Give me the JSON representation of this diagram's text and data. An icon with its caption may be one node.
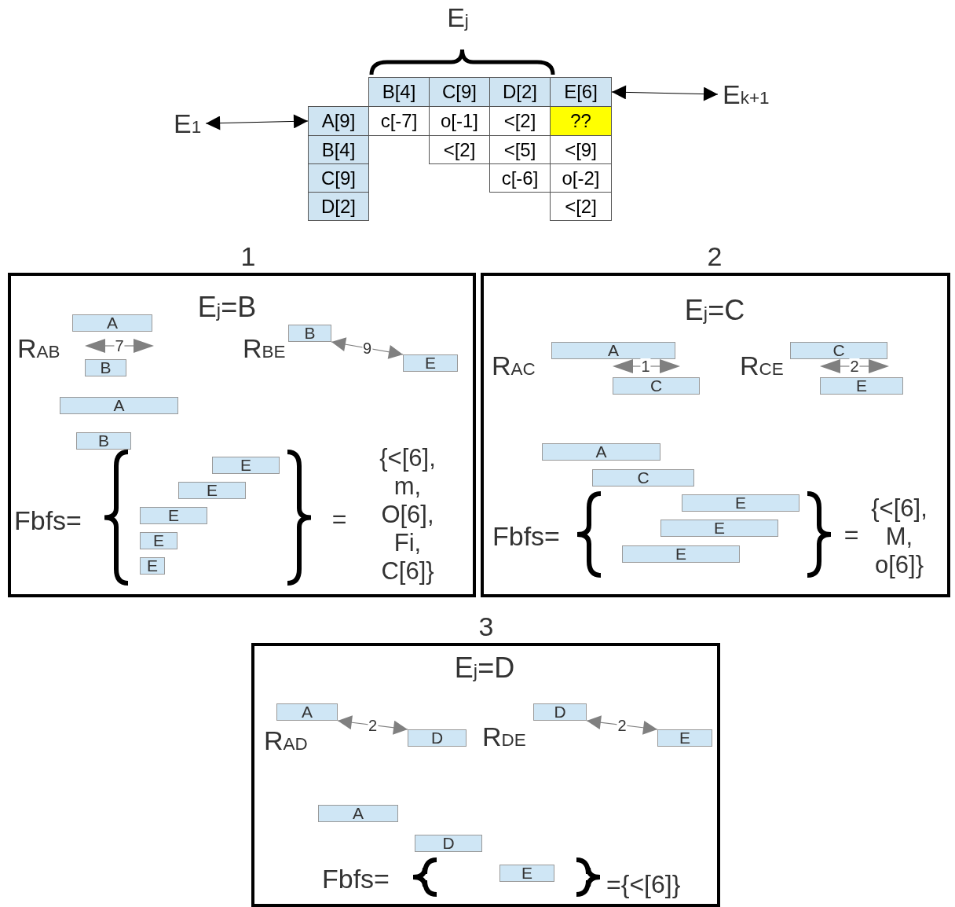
{
  "diagram": {
    "nodes": [
      {
        "text": [
          "E$_{1}$"
        ]
      },
      {
        "text": [
          "B[4]"
        ]
      },
      {
        "text": [
          "C[9]"
        ]
      },
      {
        "text": [
          "D[2]"
        ]
      },
      {
        "text": [
          "E[6]"
        ]
      },
      {
        "text": [
          "E$_{k+1}$"
        ]
      },
      {
        "text": [
          "A[9]"
        ]
      },
      {
        "text": [
          "c[-7]"
        ]
      },
      {
        "text": [
          "o[-1]"
        ]
      },
      {
        "text": [
          "<[2]"
        ]
      },
      {
        "text": [
          "??"
        ]
      },
      {
        "text": [
          "B[4]"
        ]
      },
      {
        "text": [
          "<[2]"
        ]
      },
      {
        "text": [
          "<[5]"
        ]
      },
      {
        "text": [
          "<[9]"
        ]
      },
      {
        "text": [
          "C[9]"
        ]
      },
      {
        "text": [
          "c[-6]"
        ]
      },
      {
        "text": [
          "o[-2]"
        ]
      },
      {
        "text": [
          "D[2]"
        ]
      },
      {
        "text": [
          "<[2]"
        ]
      },
      {
        "text": [
          "1",
          "E$_{j}$=B"
        ]
      },
      {
        "text": [
          "A"
        ],
        "in": 20
      },
      {
        "text": [
          "B"
        ],
        "in": 20
      },
      {
        "text": [
          "B"
        ],
        "in": 20
      },
      {
        "text": [
          "E"
        ],
        "in": 20
      },
      {
        "text": [
          "A"
        ],
        "in": 20
      },
      {
        "text": [
          "B"
        ],
        "in": 20
      },
      {
        "text": [
          "E"
        ],
        "in": 20
      },
      {
        "text": [
          "E"
        ],
        "in": 20
      },
      {
        "text": [
          "E"
        ],
        "in": 20
      },
      {
        "text": [
          "E"
        ],
        "in": 20
      },
      {
        "text": [
          "E"
        ],
        "in": 20
      },
      {
        "text": [
          "2",
          "E$_{j}$=C"
        ]
      },
      {
        "text": [
          "A"
        ],
        "in": 32
      },
      {
        "text": [
          "C"
        ],
        "in": 32
      },
      {
        "text": [
          "C"
        ],
        "in": 32
      },
      {
        "text": [
          "E"
        ],
        "in": 32
      },
      {
        "text": [
          "A"
        ],
        "in": 32
      },
      {
        "text": [
          "C"
        ],
        "in": 32
      },
      {
        "text": [
          "E"
        ],
        "in": 32
      },
      {
        "text": [
          "E"
        ],
        "in": 32
      },
      {
        "text": [
          "E"
        ],
        "in": 32
      },
      {
        "text": [
          "3",
          "E$_{j}$=D"
        ]
      },
      {
        "text": [
          "A"
        ],
        "in": 42
      },
      {
        "text": [
          "D"
        ],
        "in": 42
      },
      {
        "text": [
          "D"
        ],
        "in": 42
      },
      {
        "text": [
          "E"
        ],
        "in": 42
      },
      {
        "text": [
          "A"
        ],
        "in": 42
      },
      {
        "text": [
          "D"
        ],
        "in": 42
      },
      {
        "text": [
          "E"
        ],
        "in": 42
      }
    ],
    "edges": [
      {
        "from": 0,
        "to": 6,
        "arrow": "both",
        "color": "#000000"
      },
      {
        "from": 4,
        "to": 5,
        "arrow": "both",
        "color": "#000000"
      },
      {
        "from": 23,
        "to": 24,
        "arrow": "both",
        "label": "9",
        "color": "#808080"
      },
      {
        "from": 43,
        "to": 44,
        "arrow": "both",
        "label": "2",
        "color": "#808080"
      },
      {
        "from": 45,
        "to": 46,
        "arrow": "both",
        "label": "2",
        "color": "#808080"
      }
    ],
    "labels": [
      "E$_{j}$",
      "R$_{AB}$",
      "7",
      "R$_{BE}$",
      "Fbfs=",
      "=",
      "{<[6], m, O[6], Fi, C[6]}",
      "R$_{AC}$",
      "1",
      "R$_{CE}$",
      "2",
      "Fbfs=",
      "=",
      "{<[6], M, o[6]}",
      "R$_{AD}$",
      "R$_{DE}$",
      "Fbfs=",
      "={<[6]}"
    ]
  }
}
